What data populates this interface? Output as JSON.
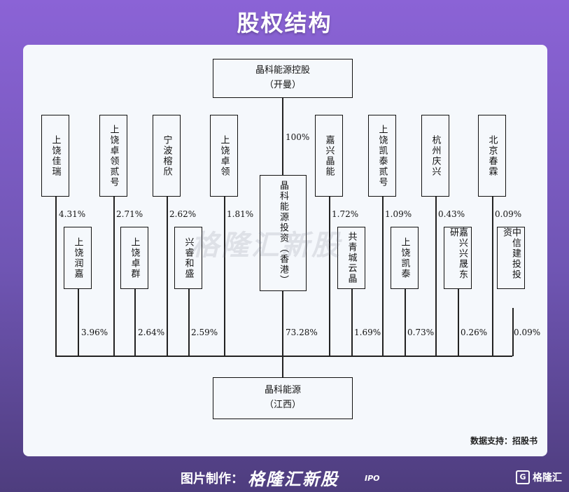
{
  "header": {
    "title": "股权结构"
  },
  "chart": {
    "top": {
      "name": "晶科能源控股",
      "sub": "（开曼）"
    },
    "top_pct": "100%",
    "middle": {
      "name": "晶科能源投资",
      "sub": "（香港）"
    },
    "middle_pct": "73.28%",
    "bottom": {
      "name": "晶科能源",
      "sub": "（江西）"
    },
    "upper_row": [
      {
        "name": "上饶佳瑞",
        "pct": "4.31%"
      },
      {
        "name": "上饶卓领贰号",
        "pct": "2.71%"
      },
      {
        "name": "宁波榕欣",
        "pct": "2.62%"
      },
      {
        "name": "上饶卓领",
        "pct": "1.81%"
      },
      {
        "name": "嘉兴晶能",
        "pct": "1.72%"
      },
      {
        "name": "上饶凯泰贰号",
        "pct": "1.09%"
      },
      {
        "name": "杭州庆兴",
        "pct": "0.43%"
      },
      {
        "name": "北京春霖",
        "pct": "0.09%"
      }
    ],
    "lower_row": [
      {
        "name": "上饶润嘉",
        "pct": "3.96%"
      },
      {
        "name": "上饶卓群",
        "pct": "2.64%"
      },
      {
        "name": "兴睿和盛",
        "pct": "2.59%"
      },
      {
        "name": "共青城云晶",
        "pct": "1.69%"
      },
      {
        "name": "上饶凯泰",
        "pct": "0.73%"
      },
      {
        "name": "嘉兴兴晟东研",
        "pct": "0.26%"
      },
      {
        "name": "中信建投投资",
        "pct": "0.09%"
      }
    ]
  },
  "source": "数据支持：招股书",
  "watermark": "格隆汇新股",
  "footer": {
    "made_by": "图片制作：",
    "brand": "格隆汇新股",
    "ipo": "IPO",
    "logo_text": "格隆汇",
    "logo_glyph": "G"
  }
}
